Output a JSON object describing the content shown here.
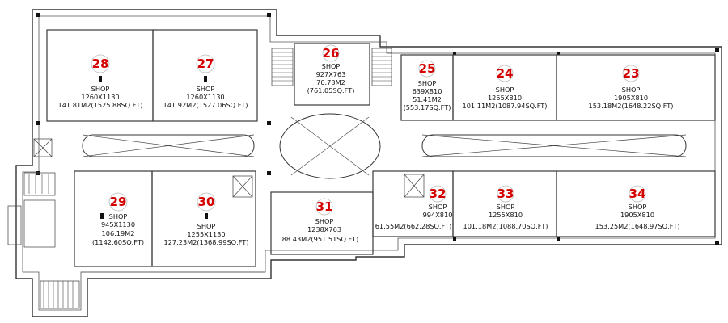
{
  "shops": [
    {
      "num": "28",
      "type": "SHOP",
      "dims": "1260X1130",
      "area": "141.81M2(1525.88SQ.FT)"
    },
    {
      "num": "27",
      "type": "SHOP",
      "dims": "1260X1130",
      "area": "141.92M2(1527.06SQ.FT)"
    },
    {
      "num": "26",
      "type": "SHOP",
      "dims": "927X763",
      "area": "70.73M2",
      "area2": "(761.05SQ.FT)"
    },
    {
      "num": "25",
      "type": "SHOP",
      "dims": "639X810",
      "area": "51.41M2",
      "area2": "(553.17SQ.FT)"
    },
    {
      "num": "24",
      "type": "SHOP",
      "dims": "1255X810",
      "area": "101.11M2(1087.94SQ.FT)"
    },
    {
      "num": "23",
      "type": "SHOP",
      "dims": "1905X810",
      "area": "153.18M2(1648.22SQ.FT)"
    },
    {
      "num": "29",
      "type": "SHOP",
      "dims": "945X1130",
      "area": "106.19M2",
      "area2": "(1142.60SQ.FT)"
    },
    {
      "num": "30",
      "type": "SHOP",
      "dims": "1255X1130",
      "area": "127.23M2(1368.99SQ.FT)"
    },
    {
      "num": "31",
      "type": "SHOP",
      "dims": "1238X763",
      "area": "88.43M2(951.51SQ.FT)"
    },
    {
      "num": "32",
      "type": "SHOP",
      "dims": "994X810",
      "area": "61.55M2(662.28SQ.FT)"
    },
    {
      "num": "33",
      "type": "SHOP",
      "dims": "1255X810",
      "area": "101.18M2(1088.70SQ.FT)"
    },
    {
      "num": "34",
      "type": "SHOP",
      "dims": "1905X810",
      "area": "153.25M2(1648.97SQ.FT)"
    }
  ],
  "colors": {
    "shop_number": "#d40000",
    "walls": "#333333"
  }
}
